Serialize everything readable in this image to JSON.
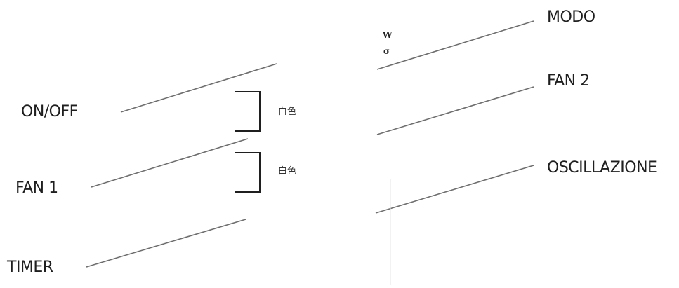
{
  "labels": {
    "modo": "MODO",
    "fan2": "FAN 2",
    "oscillazione": "OSCILLAZIONE",
    "onoff": "ON/OFF",
    "fan1": "FAN 1",
    "timer": "TIMER"
  },
  "notes": {
    "bracket_top": "白色",
    "bracket_bottom": "白色"
  },
  "marks": {
    "top": "W",
    "bottom": "σ"
  },
  "colors": {
    "line": "#6e6e6e",
    "bracket": "#1f1f1f",
    "text": "#1f1f1f"
  }
}
